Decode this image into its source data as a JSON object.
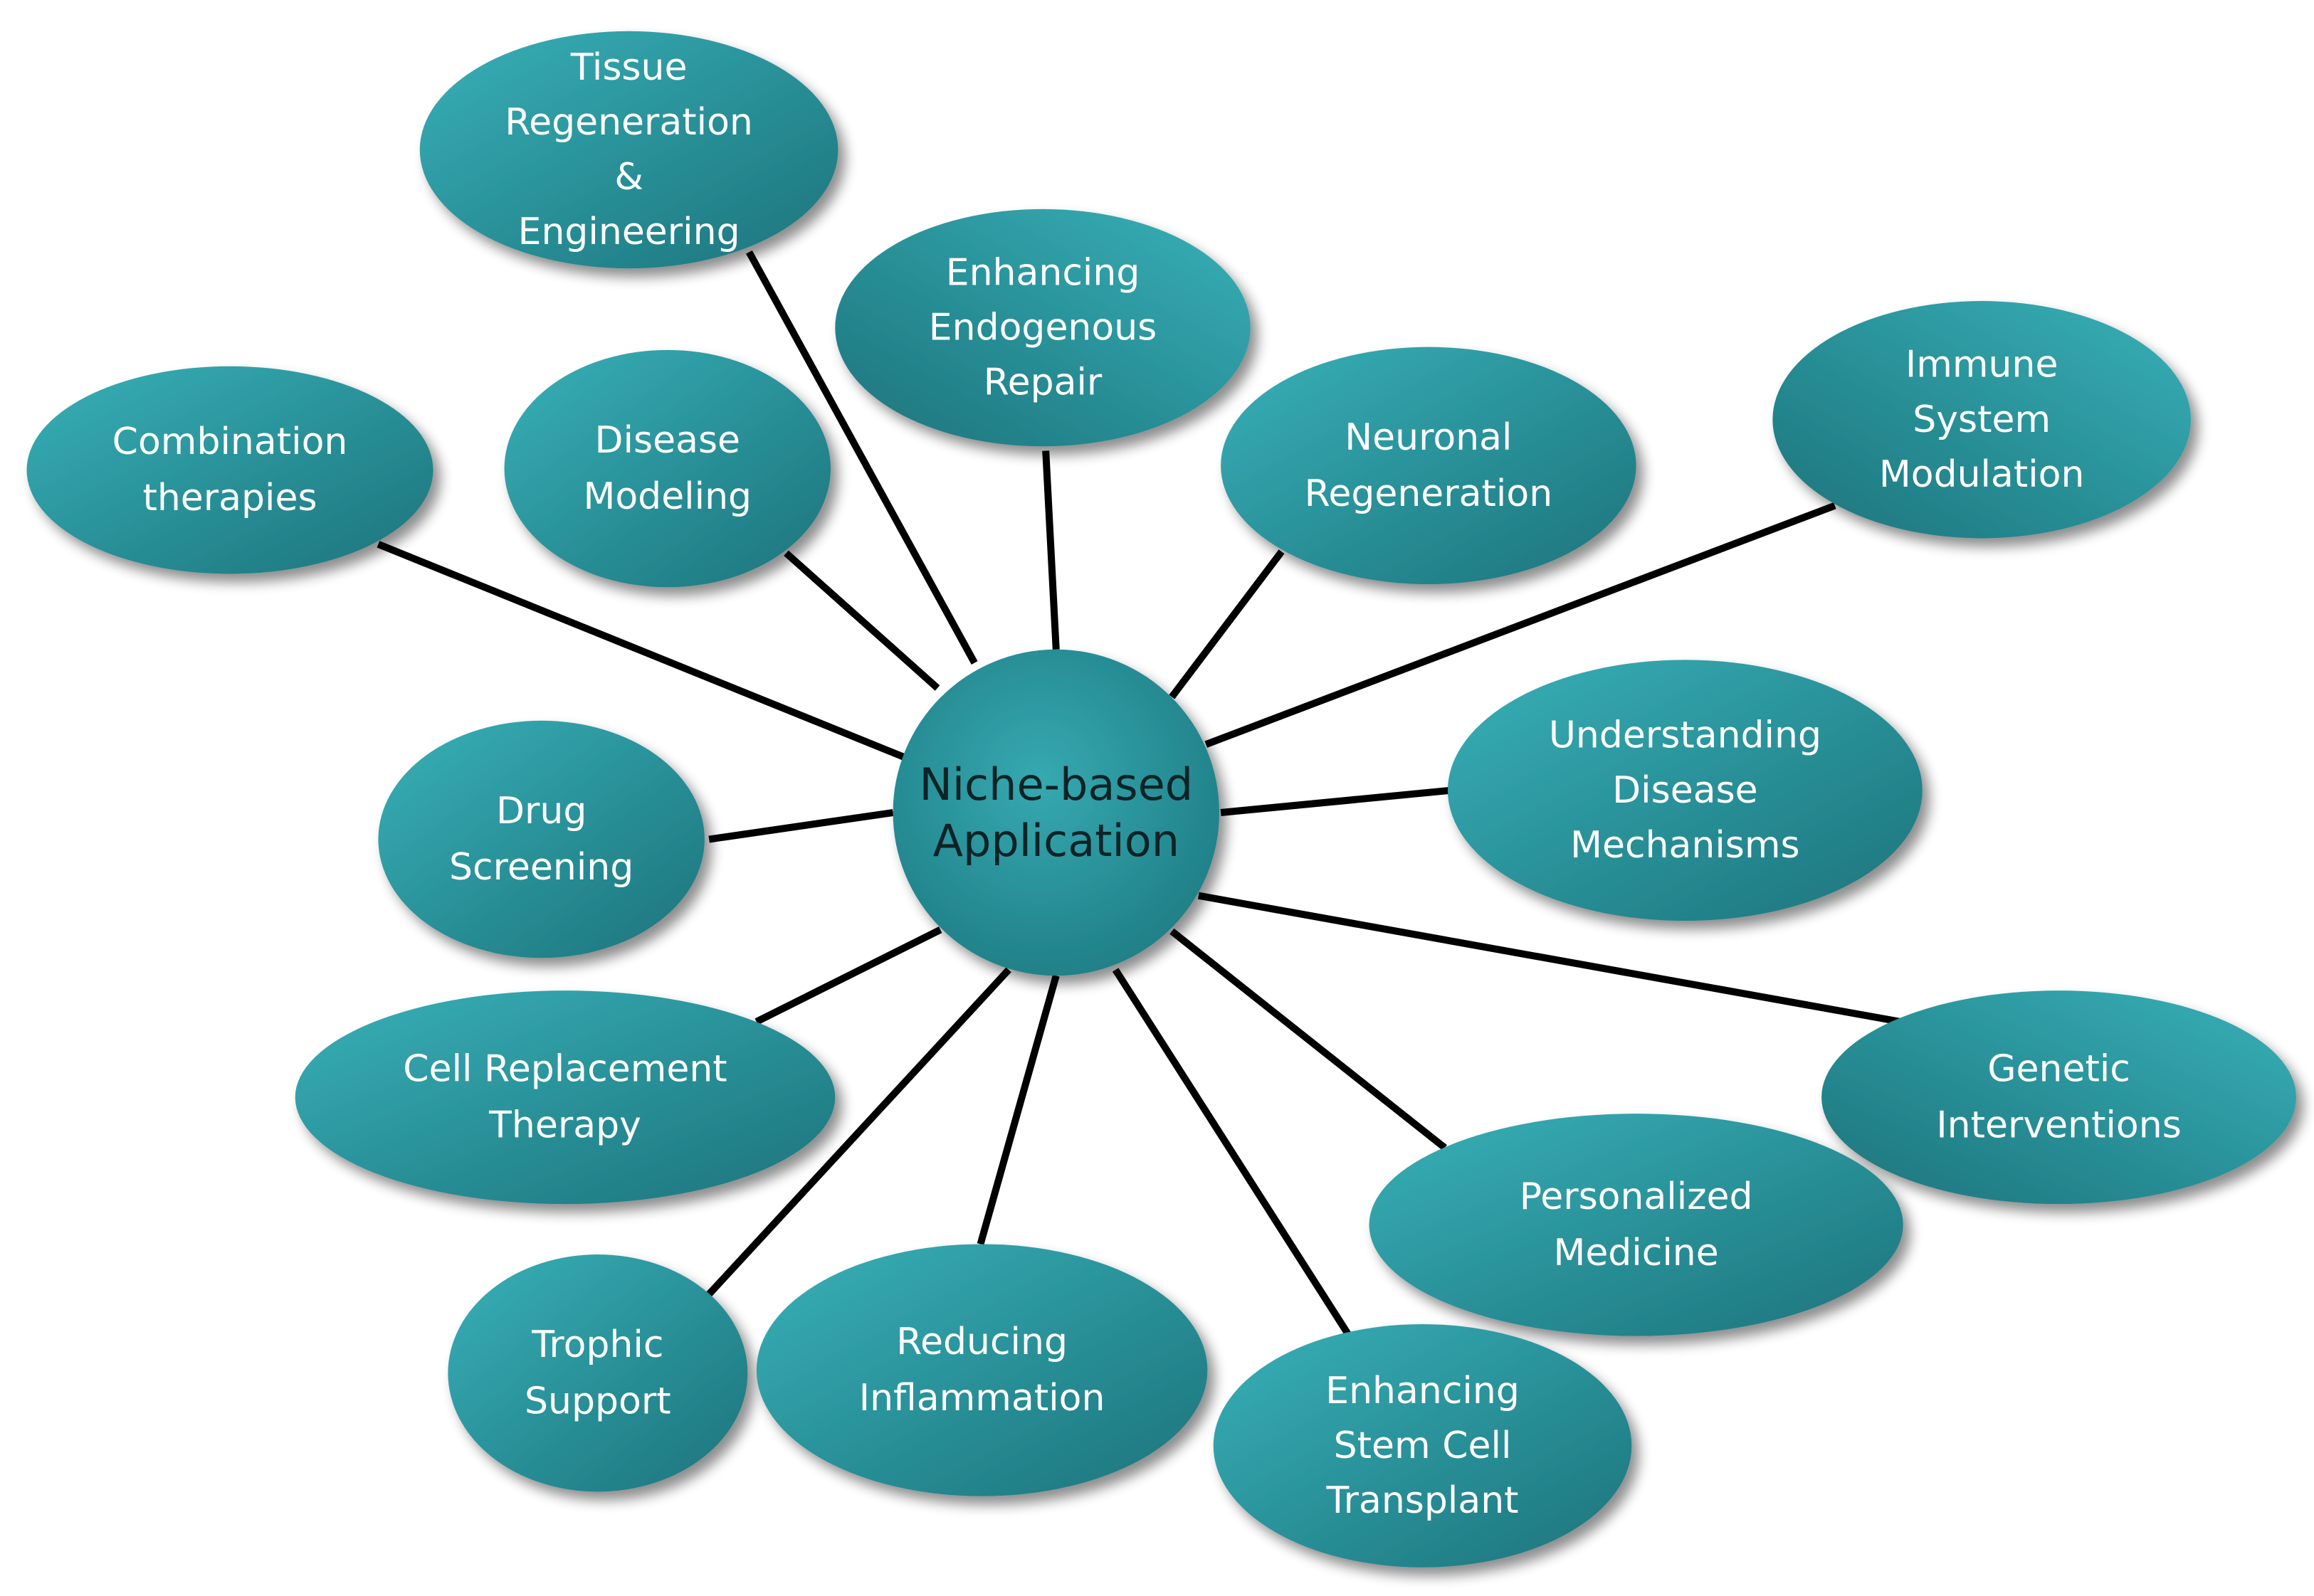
{
  "diagram": {
    "center": {
      "lines": [
        "Niche-based",
        "Application"
      ]
    },
    "nodes": [
      {
        "id": "tissue",
        "lines": [
          "Tissue",
          "Regeneration",
          "&",
          "Engineering"
        ]
      },
      {
        "id": "endogenous",
        "lines": [
          "Enhancing",
          "Endogenous",
          "Repair"
        ]
      },
      {
        "id": "combination",
        "lines": [
          "Combination",
          "therapies"
        ]
      },
      {
        "id": "disease-modeling",
        "lines": [
          "Disease",
          "Modeling"
        ]
      },
      {
        "id": "neuronal",
        "lines": [
          "Neuronal",
          "Regeneration"
        ]
      },
      {
        "id": "immune",
        "lines": [
          "Immune",
          "System",
          "Modulation"
        ]
      },
      {
        "id": "drug",
        "lines": [
          "Drug",
          "Screening"
        ]
      },
      {
        "id": "understanding",
        "lines": [
          "Understanding",
          "Disease",
          "Mechanisms"
        ]
      },
      {
        "id": "cell-replacement",
        "lines": [
          "Cell Replacement",
          "Therapy"
        ]
      },
      {
        "id": "genetic",
        "lines": [
          "Genetic",
          "Interventions"
        ]
      },
      {
        "id": "personalized",
        "lines": [
          "Personalized",
          "Medicine"
        ]
      },
      {
        "id": "trophic",
        "lines": [
          "Trophic",
          "Support"
        ]
      },
      {
        "id": "inflammation",
        "lines": [
          "Reducing",
          "Inflammation"
        ]
      },
      {
        "id": "stem-cell",
        "lines": [
          "Enhancing",
          "Stem Cell",
          "Transplant"
        ]
      }
    ],
    "colors": {
      "node_dark": "#1e7a82",
      "node_light": "#35aab2",
      "connector": "#000000",
      "center_text": "#0d2326",
      "node_text": "#ffffff"
    }
  }
}
